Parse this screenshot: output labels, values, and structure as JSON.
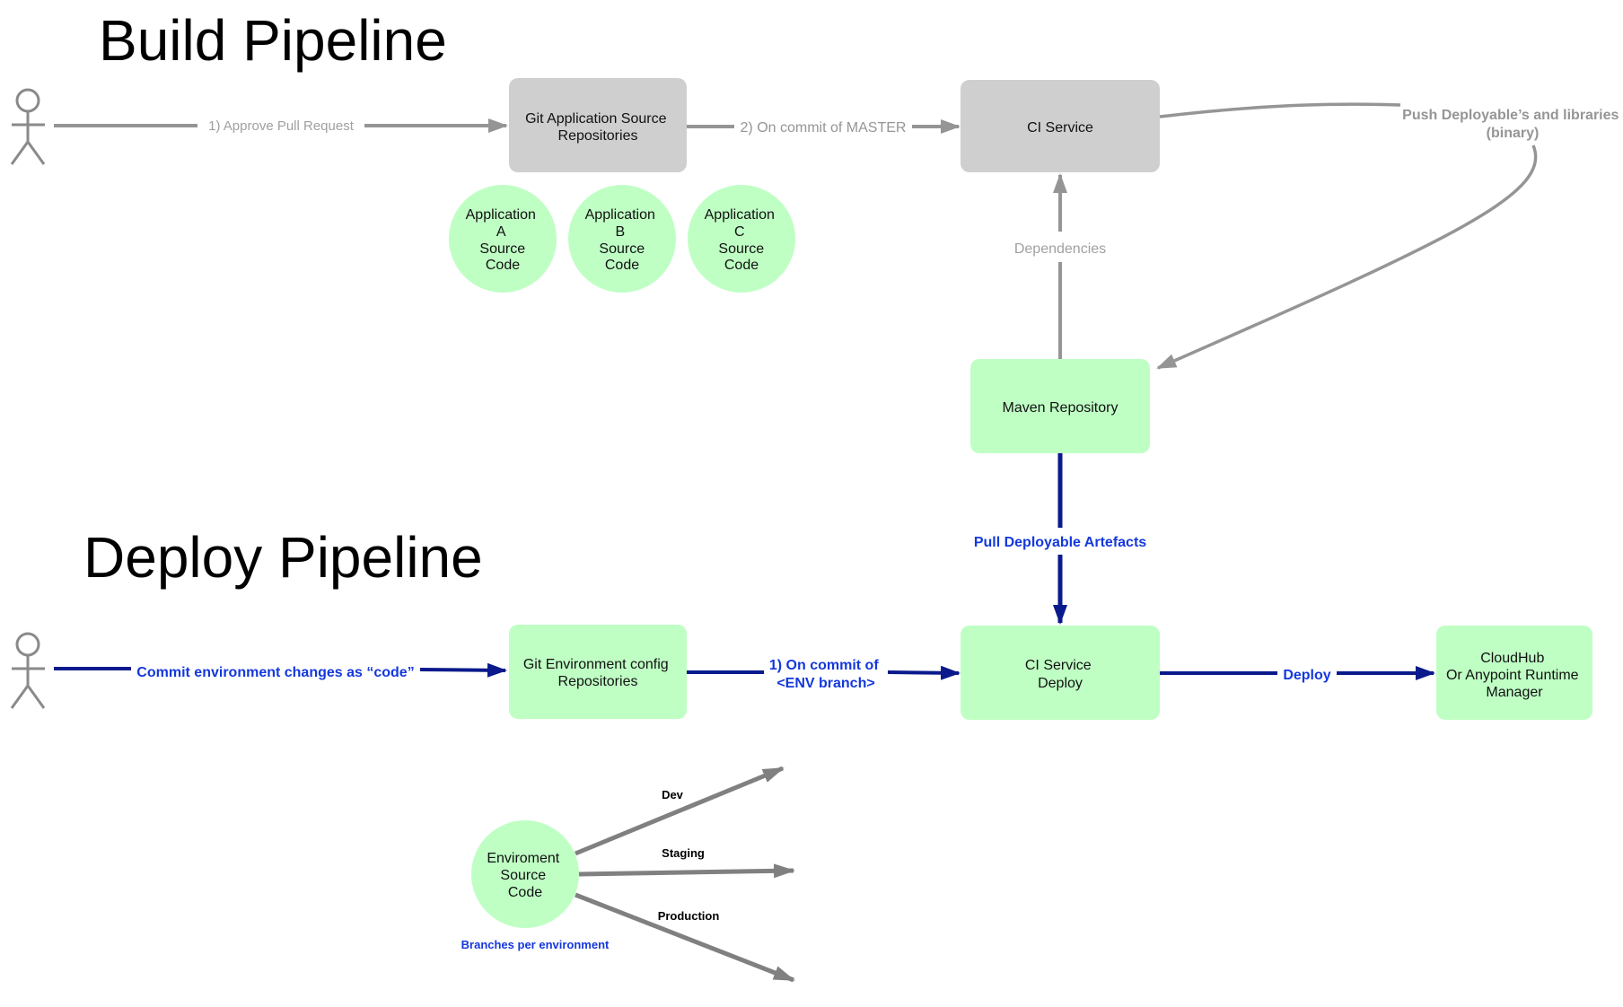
{
  "titles": {
    "build": "Build Pipeline",
    "deploy": "Deploy Pipeline"
  },
  "build": {
    "approve_label": "1) Approve Pull Request",
    "git_app_repos": [
      "Git Application Source",
      "Repositories"
    ],
    "commit_master_label": "2) On commit of MASTER",
    "ci_service": "CI Service",
    "push_label": [
      "Push Deployable’s and libraries",
      "(binary)"
    ],
    "dependencies_label": "Dependencies",
    "maven_repo": "Maven Repository",
    "app_a": [
      "Application",
      "A",
      "Source",
      "Code"
    ],
    "app_b": [
      "Application",
      "B",
      "Source",
      "Code"
    ],
    "app_c": [
      "Application",
      "C",
      "Source",
      "Code"
    ]
  },
  "deploy": {
    "pull_label": "Pull Deployable Artefacts",
    "commit_env_label": "Commit environment changes as “code”",
    "git_env_repos": [
      "Git Environment config",
      "Repositories"
    ],
    "commit_branch_label": [
      "1) On commit of",
      "<ENV branch>"
    ],
    "ci_service_deploy": [
      "CI Service",
      "Deploy"
    ],
    "deploy_label": "Deploy",
    "cloudhub": [
      "CloudHub",
      "Or Anypoint Runtime",
      "Manager"
    ],
    "env_source": [
      "Enviroment",
      "Source",
      "Code"
    ],
    "branches_caption": "Branches per environment",
    "branch_dev": "Dev",
    "branch_staging": "Staging",
    "branch_production": "Production"
  },
  "colors": {
    "gray_box": "#cfcfcf",
    "green_box": "#bfffc4",
    "gray_arrow": "#959595",
    "navy_arrow": "#0a1a8c",
    "blue_text": "#1438dc",
    "gray_text": "#a0a0a0"
  }
}
